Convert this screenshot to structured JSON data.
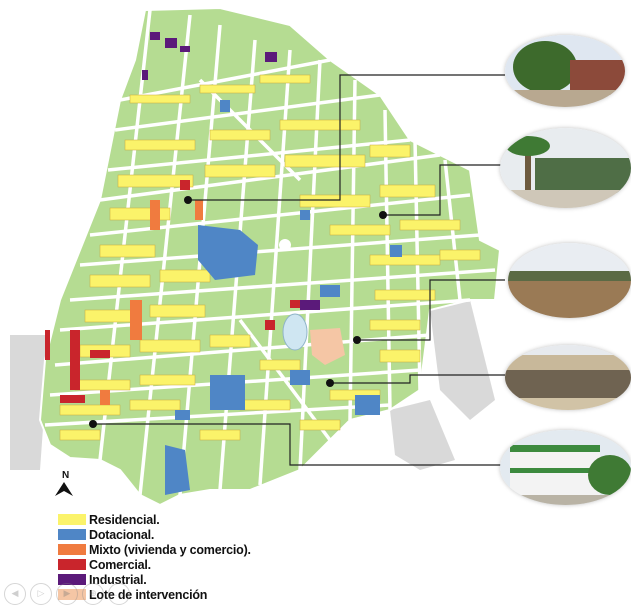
{
  "legend": {
    "items": [
      {
        "label": "Residencial.",
        "color": "#fbf36a"
      },
      {
        "label": "Dotacional.",
        "color": "#4f86c6"
      },
      {
        "label": "Mixto (vivienda y comercio).",
        "color": "#f07b3f"
      },
      {
        "label": "Comercial.",
        "color": "#c9252c"
      },
      {
        "label": "Industrial.",
        "color": "#5b1a7a"
      },
      {
        "label": "Lote de intervención",
        "color": "#f5c6a5"
      }
    ]
  },
  "north_label": "N",
  "map_colors": {
    "block": "#b3dc8e",
    "street": "#ffffff",
    "outside": "#d8d8d8",
    "leader_line": "#222222"
  },
  "photos": [
    {
      "subject": "tree-and-house"
    },
    {
      "subject": "palm-house"
    },
    {
      "subject": "open-field"
    },
    {
      "subject": "long-building"
    },
    {
      "subject": "green-white-building"
    }
  ],
  "controls": [
    "prev-icon",
    "play-icon",
    "next-icon",
    "zoom-icon",
    "more-icon"
  ]
}
